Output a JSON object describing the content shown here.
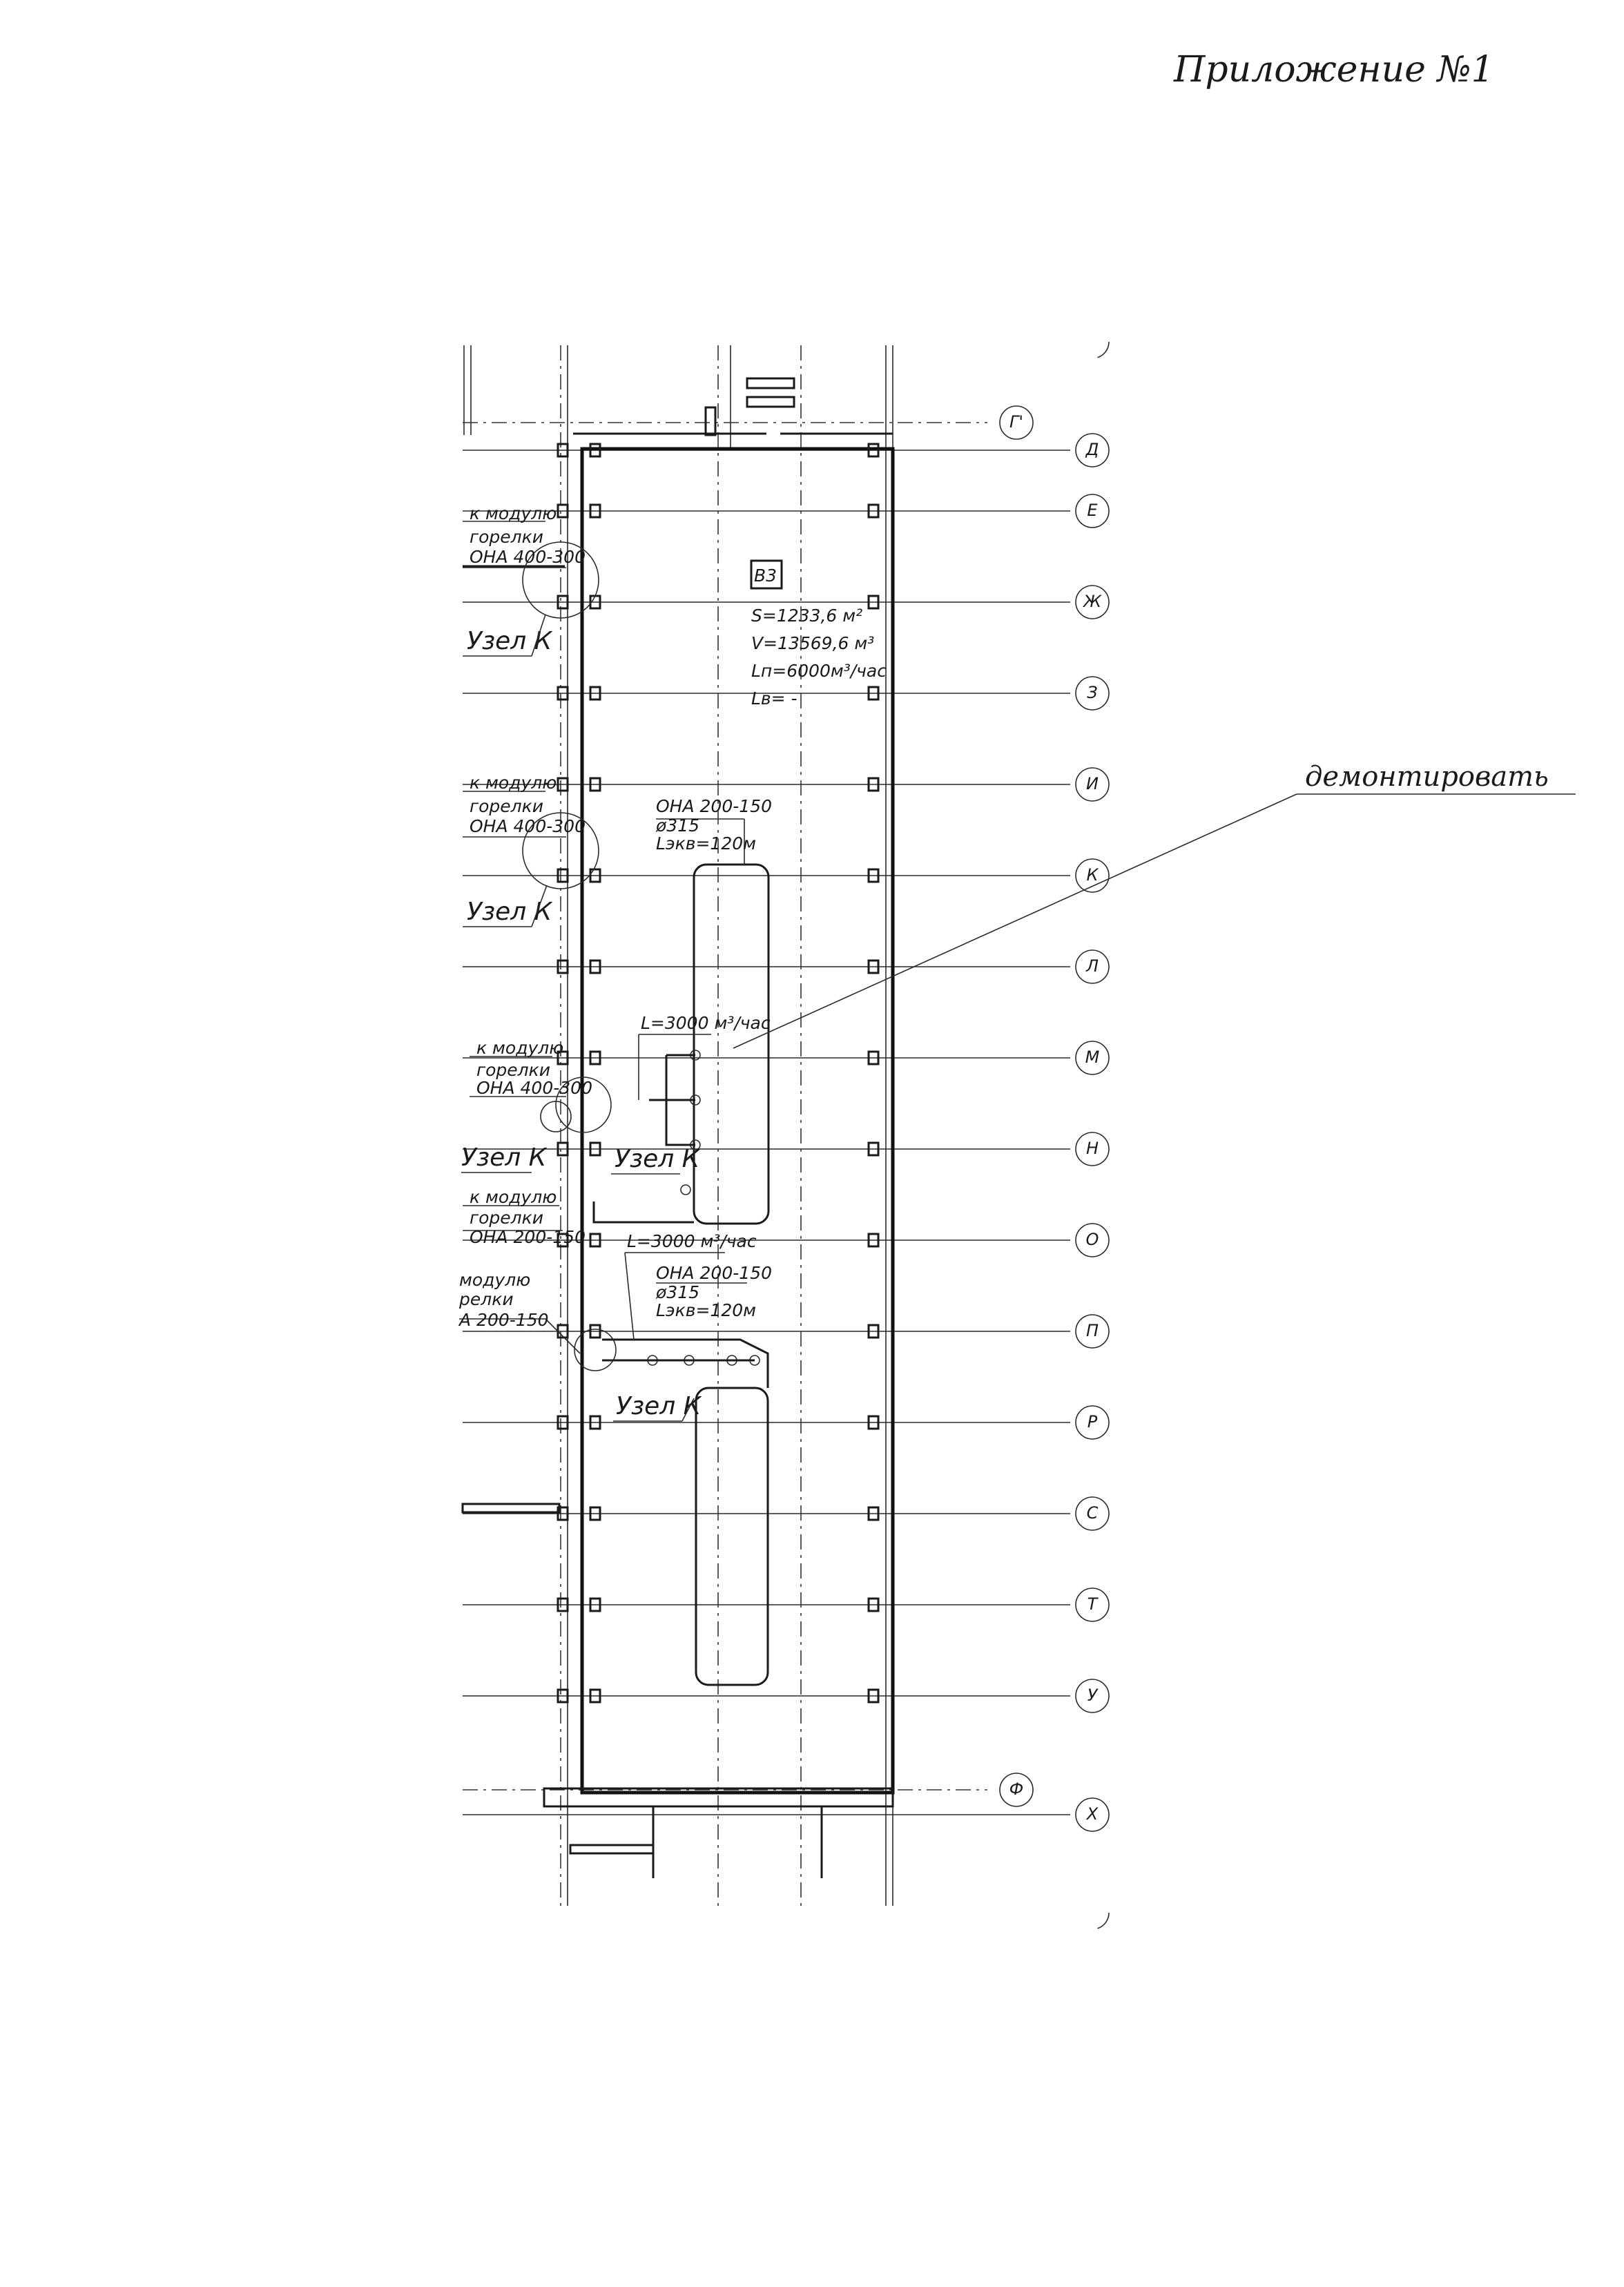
{
  "header": {
    "appendix": "Приложение №1"
  },
  "axes": [
    "Г'",
    "Д",
    "Е",
    "Ж",
    "З",
    "И",
    "К",
    "Л",
    "М",
    "Н",
    "О",
    "П",
    "Р",
    "С",
    "Т",
    "У",
    "Ф",
    "Х"
  ],
  "room": {
    "tag": "В3",
    "area": "S=1233,6 м²",
    "volume": "V=13569,6 м³",
    "supply": "Lп=6000м³/час",
    "exhaust": "Lв= -"
  },
  "module_notes": [
    {
      "l1": "к модулю",
      "l2": "горелки",
      "l3": "ОНА 400-300",
      "node": "Узел К"
    },
    {
      "l1": "к модулю",
      "l2": "горелки",
      "l3": "ОНА 400-300",
      "node": "Узел К"
    },
    {
      "l1": "к модулю",
      "l2": "горелки",
      "l3": "ОНА 400-300",
      "node": "Узел К"
    },
    {
      "l1": "к модулю",
      "l2": "горелки",
      "l3": "ОНА 200-150"
    },
    {
      "l1": "модулю",
      "l2": "релки",
      "l3": "А 200-150",
      "node": "Узел К"
    }
  ],
  "duct_notes": [
    {
      "l1": "ОНА 200-150",
      "l2": "ø315",
      "l3": "Lэкв=120м"
    },
    {
      "l1": "ОНА 200-150",
      "l2": "ø315",
      "l3": "Lэкв=120м"
    }
  ],
  "flows": [
    "L=3000 м³/час",
    "L=3000 м³/час"
  ],
  "handwritten_note": "демонтировать"
}
